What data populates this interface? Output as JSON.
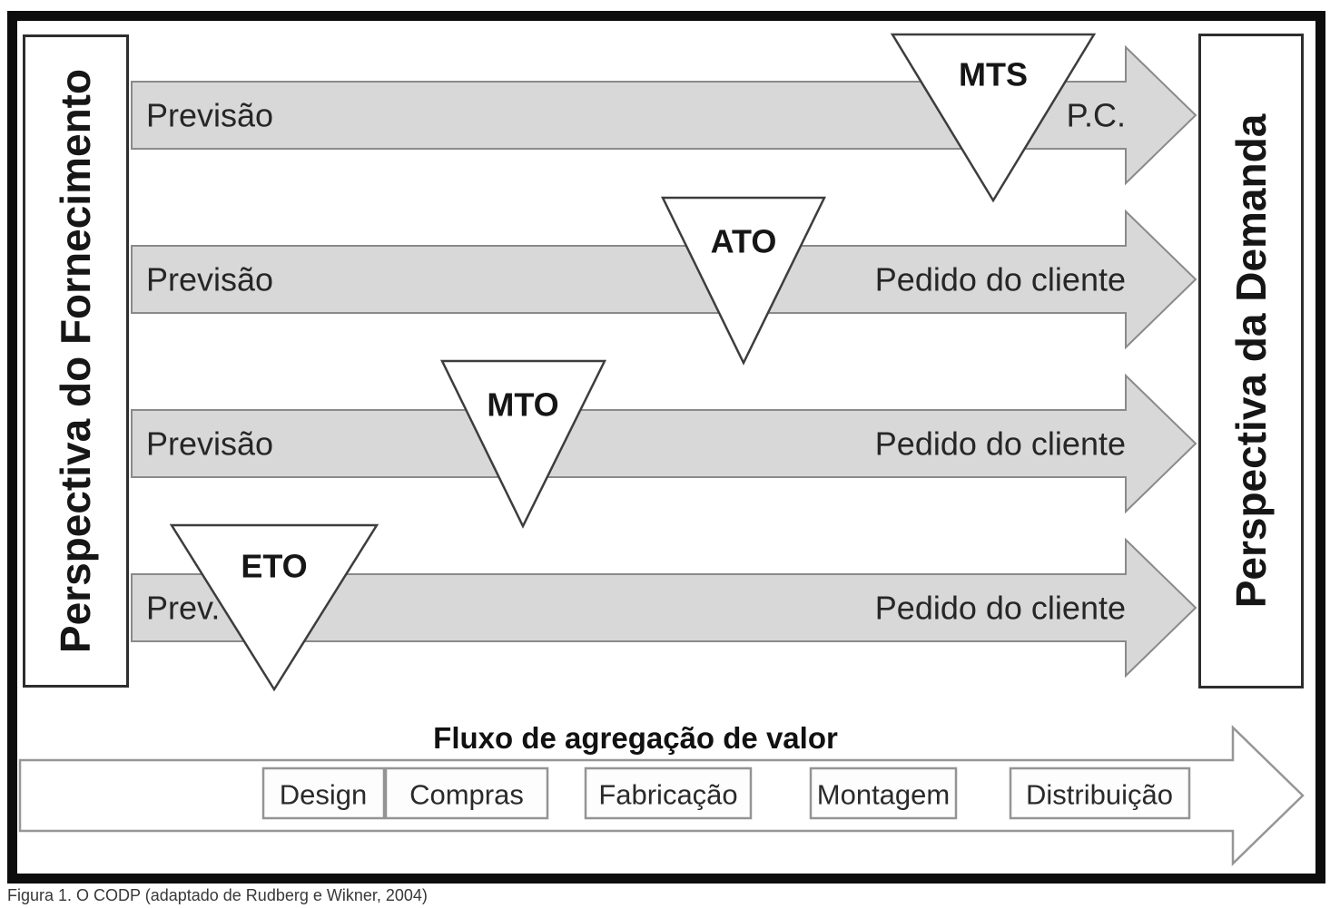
{
  "figure": {
    "caption": "Figura 1. O CODP (adaptado de Rudberg e Wikner, 2004)"
  },
  "supply_perspective": "Perspectiva do Fornecimento",
  "demand_perspective": "Perspectiva da Demanda",
  "rows": [
    {
      "strategy": "MTS",
      "forecast_label": "Previsão",
      "order_label": "P.C."
    },
    {
      "strategy": "ATO",
      "forecast_label": "Previsão",
      "order_label": "Pedido do cliente"
    },
    {
      "strategy": "MTO",
      "forecast_label": "Previsão",
      "order_label": "Pedido do cliente"
    },
    {
      "strategy": "ETO",
      "forecast_label": "Prev.",
      "order_label": "Pedido do cliente"
    }
  ],
  "value_flow": {
    "title": "Fluxo de agregação de valor",
    "stages": [
      "Design",
      "Compras",
      "Fabricação",
      "Montagem",
      "Distribuição"
    ]
  },
  "colors": {
    "arrow_fill": "#d8d8d8",
    "arrow_stroke": "#8a8a8a",
    "triangle_stroke": "#3d3d3d",
    "frame": "#0d0d0d"
  }
}
